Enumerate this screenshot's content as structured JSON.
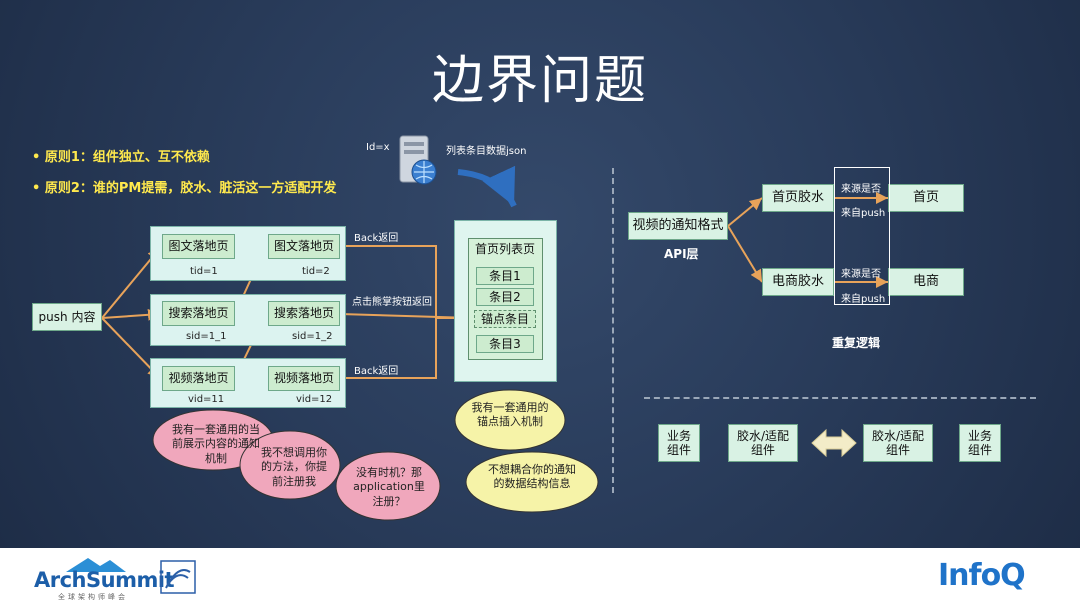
{
  "title": "边界问题",
  "principles": [
    "原则1：组件独立、互不依赖",
    "原则2：谁的PM提需，胶水、脏活这一方适配开发"
  ],
  "server": {
    "id_label": "Id=x",
    "data_label": "列表条目数据json"
  },
  "push_box": "push 内容",
  "rows": [
    {
      "a": "图文落地页",
      "b": "图文落地页",
      "a_id": "tid=1",
      "b_id": "tid=2",
      "action": "Back返回"
    },
    {
      "a": "搜索落地页",
      "b": "搜索落地页",
      "a_id": "sid=1_1",
      "b_id": "sid=1_2",
      "action": "点击熊掌按钮返回"
    },
    {
      "a": "视频落地页",
      "b": "视频落地页",
      "a_id": "vid=11",
      "b_id": "vid=12",
      "action": "Back返回"
    }
  ],
  "list_panel": {
    "title": "首页列表页",
    "items": [
      "条目1",
      "条目2",
      "锚点条目",
      "条目3"
    ]
  },
  "clouds": [
    "我有一套通用的当前展示内容的通知机制",
    "我不想调用你的方法，你提前注册我",
    "没有时机？那application里注册？",
    "我有一套通用的锚点插入机制",
    "不想耦合你的通知的数据结构信息"
  ],
  "right": {
    "notify": "视频的通知格式",
    "api_label": "API层",
    "glue_home": "首页胶水",
    "glue_shop": "电商胶水",
    "src_check": "来源是否",
    "from_push": "来自push",
    "home": "首页",
    "shop": "电商",
    "repeat": "重复逻辑"
  },
  "bottom": {
    "biz_left": "业务组件",
    "glue_left": "胶水/适配组件",
    "glue_right": "胶水/适配组件",
    "biz_right": "业务组件"
  },
  "footer": {
    "left_logo": "ArchSummit",
    "left_sub": "全球架构师峰会",
    "right_logo": "InfoQ"
  },
  "colors": {
    "accent_yellow": "#ffe94d",
    "box_green": "#d9f2e4",
    "arrow_orange": "#e8a35a",
    "cloud_yellow": "#f6f3a8",
    "cloud_pink": "#f0a7bc"
  }
}
